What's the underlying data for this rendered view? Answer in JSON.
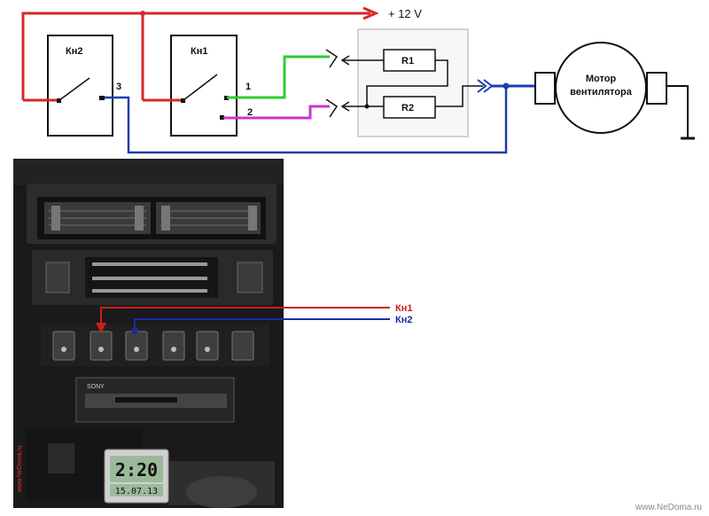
{
  "diagram": {
    "supply_label": "+ 12 V",
    "switch_kn2": "Кн2",
    "switch_kn1": "Кн1",
    "terminal_1": "1",
    "terminal_2": "2",
    "terminal_3": "3",
    "resistor_r1": "R1",
    "resistor_r2": "R2",
    "motor_line1": "Мотор",
    "motor_line2": "вентилятора"
  },
  "photo": {
    "callout_kn1": "Кн1",
    "callout_kn2": "Кн2",
    "clock_time": "2:20",
    "clock_date": "15.07.13",
    "radio_brand": "SONY",
    "colors": {
      "kn1": "#cc1e1e",
      "kn2": "#1a2aa8"
    }
  },
  "watermark": "www.NeDoma.ru",
  "colors": {
    "red_wire": "#d62828",
    "green_wire": "#2ecc2e",
    "magenta_wire": "#cc33cc",
    "blue_wire": "#1f3cb0",
    "black_wire": "#111111"
  }
}
